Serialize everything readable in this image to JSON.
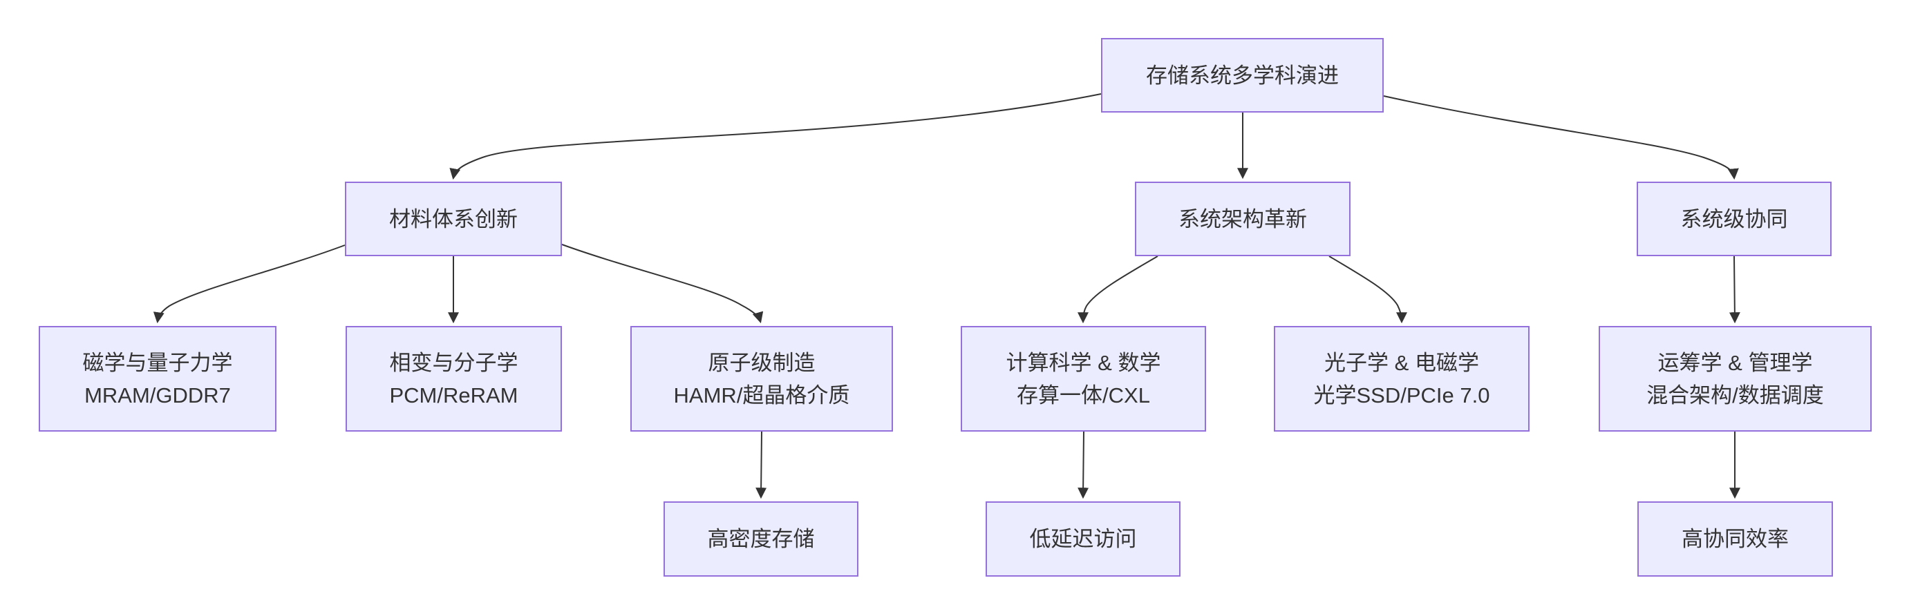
{
  "diagram": {
    "type": "flowchart",
    "direction": "top-down",
    "colors": {
      "node_fill": "#ECECFF",
      "node_border": "#9370DB",
      "node_text": "#333333",
      "edge": "#333333"
    },
    "nodes": {
      "root": {
        "lines": [
          "存储系统多学科演进"
        ]
      },
      "material": {
        "lines": [
          "材料体系创新"
        ]
      },
      "arch": {
        "lines": [
          "系统架构革新"
        ]
      },
      "system": {
        "lines": [
          "系统级协同"
        ]
      },
      "magnetism": {
        "lines": [
          "磁学与量子力学",
          "MRAM/GDDR7"
        ]
      },
      "phase": {
        "lines": [
          "相变与分子学",
          "PCM/ReRAM"
        ]
      },
      "atomic": {
        "lines": [
          "原子级制造",
          "HAMR/超晶格介质"
        ]
      },
      "compute": {
        "lines": [
          "计算科学 & 数学",
          "存算一体/CXL"
        ]
      },
      "photonics": {
        "lines": [
          "光子学 & 电磁学",
          "光学SSD/PCIe 7.0"
        ]
      },
      "operations": {
        "lines": [
          "运筹学 & 管理学",
          "混合架构/数据调度"
        ]
      },
      "density": {
        "lines": [
          "高密度存储"
        ]
      },
      "latency": {
        "lines": [
          "低延迟访问"
        ]
      },
      "synergy": {
        "lines": [
          "高协同效率"
        ]
      }
    },
    "edges": [
      {
        "from": "存储系统多学科演进",
        "to": "材料体系创新",
        "arrow": "filled-triangle"
      },
      {
        "from": "存储系统多学科演进",
        "to": "系统架构革新",
        "arrow": "filled-triangle"
      },
      {
        "from": "存储系统多学科演进",
        "to": "系统级协同",
        "arrow": "filled-triangle"
      },
      {
        "from": "材料体系创新",
        "to": "磁学与量子力学 MRAM/GDDR7",
        "arrow": "filled-triangle"
      },
      {
        "from": "材料体系创新",
        "to": "相变与分子学 PCM/ReRAM",
        "arrow": "filled-triangle"
      },
      {
        "from": "材料体系创新",
        "to": "原子级制造 HAMR/超晶格介质",
        "arrow": "filled-triangle"
      },
      {
        "from": "系统架构革新",
        "to": "计算科学 & 数学 存算一体/CXL",
        "arrow": "filled-triangle"
      },
      {
        "from": "系统架构革新",
        "to": "光子学 & 电磁学 光学SSD/PCIe 7.0",
        "arrow": "filled-triangle"
      },
      {
        "from": "系统级协同",
        "to": "运筹学 & 管理学 混合架构/数据调度",
        "arrow": "filled-triangle"
      },
      {
        "from": "原子级制造 HAMR/超晶格介质",
        "to": "高密度存储",
        "arrow": "filled-triangle"
      },
      {
        "from": "计算科学 & 数学 存算一体/CXL",
        "to": "低延迟访问",
        "arrow": "filled-triangle"
      },
      {
        "from": "运筹学 & 管理学 混合架构/数据调度",
        "to": "高协同效率",
        "arrow": "filled-triangle"
      }
    ]
  }
}
